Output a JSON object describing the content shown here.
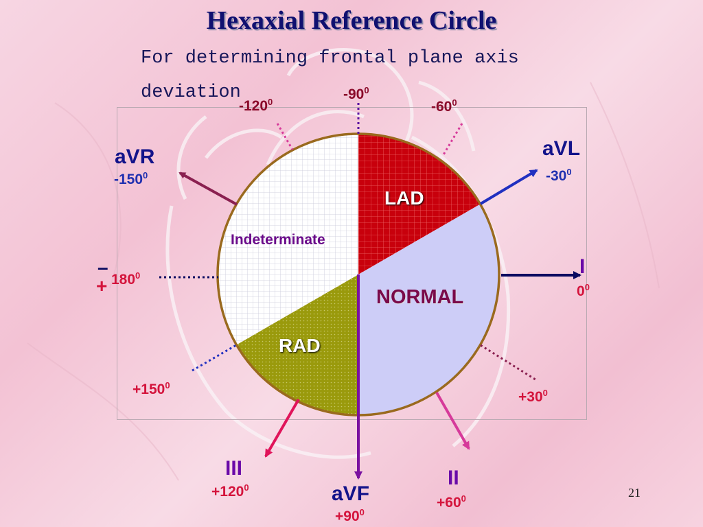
{
  "slide": {
    "title": "Hexaxial Reference Circle",
    "subtitle_line1": "For determining frontal plane axis",
    "subtitle_line2": "deviation",
    "page_number": "21"
  },
  "regions": {
    "lad": "LAD",
    "normal": "NORMAL",
    "rad": "RAD",
    "indeterminate": "Indeterminate"
  },
  "leads": {
    "avr": {
      "name": "aVR",
      "deg": "-150",
      "sup": "0"
    },
    "avl": {
      "name": "aVL",
      "deg": "-30",
      "sup": "0"
    },
    "i": {
      "name": "I",
      "deg": "0",
      "sup": "0"
    },
    "ii": {
      "name": "II",
      "deg": "+60",
      "sup": "0"
    },
    "iii": {
      "name": "III",
      "deg": "+120",
      "sup": "0"
    },
    "avf": {
      "name": "aVF",
      "deg": "+90",
      "sup": "0"
    }
  },
  "angles": {
    "m90": {
      "deg": "-90",
      "sup": "0"
    },
    "m120": {
      "deg": "-120",
      "sup": "0"
    },
    "m60": {
      "deg": "-60",
      "sup": "0"
    },
    "p180": {
      "deg": "180",
      "sup": "0",
      "minus": "–",
      "plus": "+"
    },
    "p150": {
      "deg": "+150",
      "sup": "0"
    },
    "p30": {
      "deg": "+30",
      "sup": "0"
    }
  },
  "colors": {
    "lad": "#c8000c",
    "normal": "#cdcdf7",
    "rad": "#9a9a0c",
    "indeterminate": "#ffffff",
    "circle_border": "#9a6a1e"
  }
}
